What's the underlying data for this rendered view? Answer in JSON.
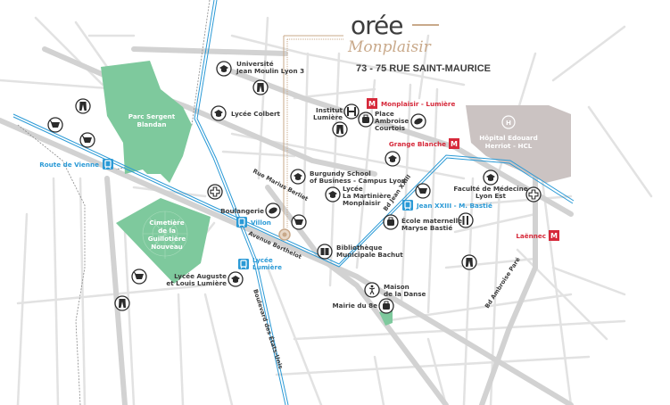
{
  "brand": {
    "logo_word": "orée",
    "logo_script": "Monplaisir",
    "address": "73 - 75 RUE SAINT-MAURICE",
    "accent_color": "#c9a98a"
  },
  "colors": {
    "park": "#7ec99d",
    "tram": "#2b9ad6",
    "metro": "#d6293a",
    "hospital": "#cbc3c2",
    "road": "#d9d9d9"
  },
  "areas": {
    "parc": [
      "Parc Sergent",
      "Blandan"
    ],
    "cimetiere": [
      "Cimetière",
      "de la",
      "Guillotière",
      "Nouveau"
    ],
    "hopital": [
      "Hôpital Edouard",
      "Herriot - HCL"
    ]
  },
  "places": {
    "universite": [
      "Université",
      "Jean Moulin Lyon 3"
    ],
    "colbert": "Lycée Colbert",
    "institut": [
      "Institut",
      "Lumière"
    ],
    "ambroise": [
      "Place",
      "Ambroise",
      "Courtois"
    ],
    "burgundy": [
      "Burgundy School",
      "of Business - Campus Lyon"
    ],
    "martiniere": [
      "Lycée",
      "La Martinière",
      "Monplaisir"
    ],
    "boulangerie": "Boulangerie",
    "faculte": [
      "Faculté de Médecine",
      "Lyon Est"
    ],
    "ecole": [
      "École maternelle",
      "Maryse Bastié"
    ],
    "bibliotheque": [
      "Bibliothèque",
      "Municipale Bachut"
    ],
    "auguste": [
      "Lycée Auguste",
      "et Louis Lumière"
    ],
    "danse": [
      "Maison",
      "de la Danse"
    ],
    "mairie": "Mairie du 8e"
  },
  "metro_stations": [
    "Monplaisir - Lumière",
    "Grange Blanche",
    "Laënnec"
  ],
  "metro_symbol": "M",
  "tram_stops": [
    "Route de Vienne",
    "Villon",
    "Lycée Lumière",
    "Jean XXIII - M. Bastié"
  ],
  "lycee_lumiere": [
    "Lycée",
    "Lumière"
  ],
  "streets": {
    "berliet": "Rue Marius Berliet",
    "berthelot": "Avenue Berthelot",
    "jean23": "Bd Jean XXIII",
    "pare": "Bd Ambroise Paré",
    "etats_unis": "Boulevard des États-Unis"
  },
  "hospital_symbol": "H"
}
